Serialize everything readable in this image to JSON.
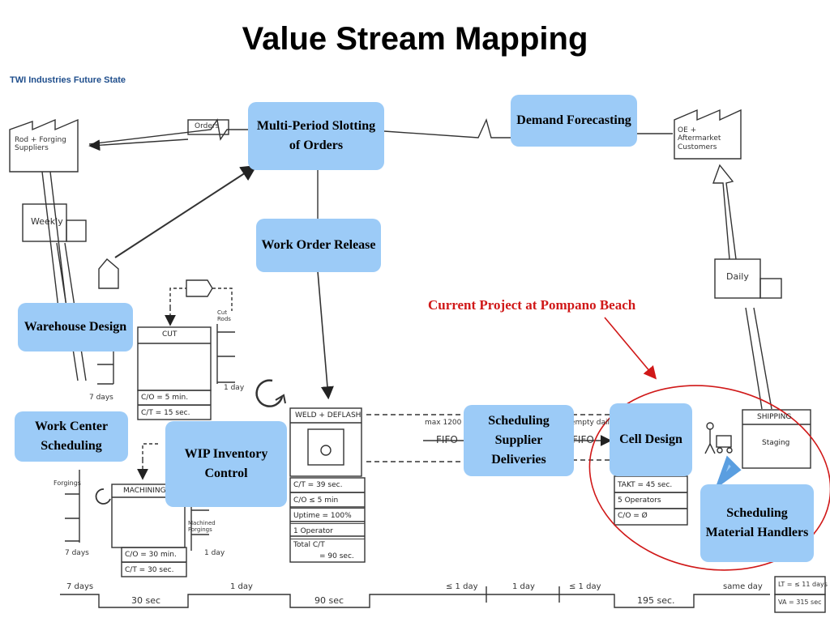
{
  "header": {
    "title": "Value Stream Mapping",
    "subtitle": "TWI Industries Future State"
  },
  "entities": {
    "supplier": "Rod + Forging Suppliers",
    "customer": "OE + Aftermarket Customers",
    "orders_label": "Orders"
  },
  "trucks": {
    "inbound": "Weekly",
    "outbound": "Daily"
  },
  "processes": {
    "cut": {
      "name": "CUT",
      "data": [
        "C/O = 5 min.",
        "C/T = 15 sec."
      ]
    },
    "machining": {
      "name": "MACHINING",
      "data": [
        "C/O = 30 min.",
        "C/T = 30 sec."
      ]
    },
    "weld": {
      "name": "WELD + DEFLASH",
      "data": [
        "C/T = 39 sec.",
        "C/O ≤ 5 min",
        "Uptime = 100%",
        "1 Operator",
        "Total C/T",
        "= 90 sec."
      ]
    },
    "cell": {
      "data": [
        "TAKT = 45 sec.",
        "5 Operators",
        "C/O = Ø"
      ]
    },
    "shipping": {
      "name": "SHIPPING",
      "sub": "Staging"
    }
  },
  "inventory": {
    "cut_rods": "Cut Rods",
    "forgings": "Forgings",
    "machined_forgings": "Machined Forgings",
    "days_7a": "7 days",
    "day_1a": "1 day",
    "days_7b": "7 days",
    "day_1b": "1 day",
    "max1200": "max 1200",
    "fifo1": "FIFO",
    "empty_daily": "empty daily",
    "fifo2": "FIFO"
  },
  "kaizen_boxes": {
    "multi_period": "Multi-Period Slotting of Orders",
    "demand": "Demand Forecasting",
    "work_order": "Work Order Release",
    "warehouse": "Warehouse Design",
    "work_center": "Work Center Scheduling",
    "wip": "WIP Inventory Control",
    "scheduling_supplier": "Scheduling Supplier Deliveries",
    "cell_design": "Cell Design",
    "scheduling_material": "Scheduling Material Handlers"
  },
  "annotation": "Current Project at Pompano Beach",
  "timeline": {
    "top": [
      "7 days",
      "1 day",
      "≤ 1 day",
      "1 day",
      "≤ 1 day",
      "same day"
    ],
    "bottom": [
      "30 sec",
      "90 sec",
      "195 sec."
    ],
    "lt": "LT = ≤ 11 days",
    "va": "VA = 315 sec"
  },
  "colors": {
    "box_fill": "#9ccbf7",
    "annotation": "#d01818",
    "subtitle": "#1f4e8c"
  }
}
